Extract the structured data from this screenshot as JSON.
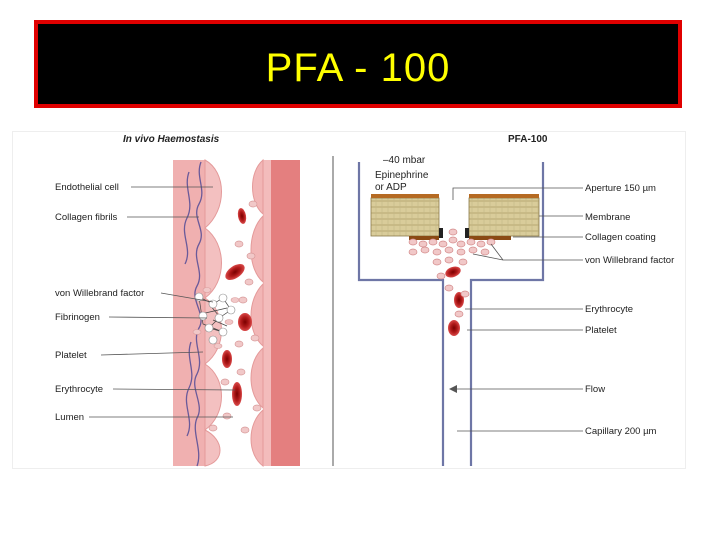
{
  "slide": {
    "title": "PFA - 100"
  },
  "figure": {
    "left_panel": {
      "heading": "In vivo Haemostasis",
      "labels": [
        "Endothelial cell",
        "Collagen fibrils",
        "von Willebrand factor",
        "Fibrinogen",
        "Platelet",
        "Erythrocyte",
        "Lumen"
      ]
    },
    "right_panel": {
      "heading": "PFA-100",
      "pressure": "–40 mbar",
      "agonist_line1": "Epinephrine",
      "agonist_line2": "or ADP",
      "labels": [
        "Aperture 150 µm",
        "Membrane",
        "Collagen coating",
        "von Willebrand factor",
        "Erythrocyte",
        "Platelet",
        "Flow",
        "Capillary 200 µm"
      ]
    }
  },
  "colors": {
    "title_bg": "#000000",
    "title_border": "#e00000",
    "title_text": "#ffff00",
    "endothelium": "#f0b0b0",
    "vessel_wall": "#e47f7f",
    "erythrocyte": "#c42020",
    "platelet": "#f1c8c8",
    "membrane": "#d9cc9a",
    "collagen": "#b56a22",
    "capillary": "#6e76a6"
  }
}
